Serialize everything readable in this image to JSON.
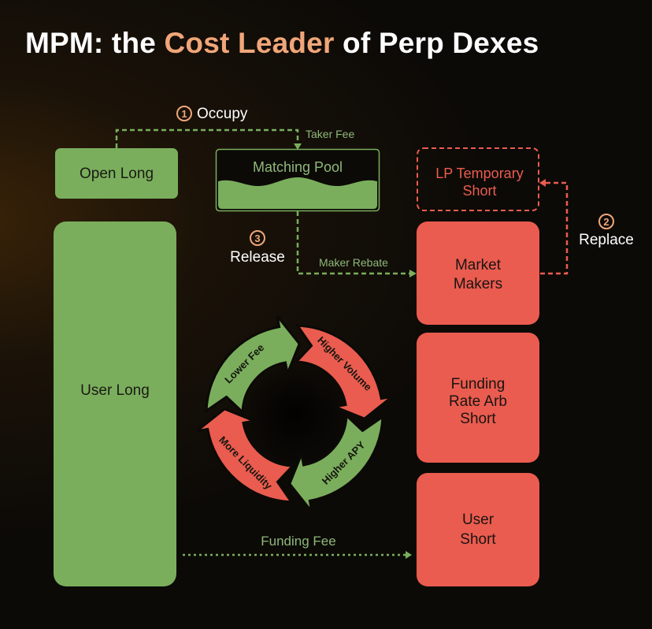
{
  "title": {
    "prefix": "MPM: the ",
    "highlight": "Cost Leader",
    "suffix": " of Perp Dexes"
  },
  "colors": {
    "green": "#7aae5c",
    "red": "#ea5c4f",
    "orange": "#f0a679",
    "background": "#0c0a07"
  },
  "steps": [
    {
      "number": "1",
      "label": "Occupy"
    },
    {
      "number": "2",
      "label": "Replace"
    },
    {
      "number": "3",
      "label": "Release"
    }
  ],
  "boxes": {
    "open_long": "Open Long",
    "matching_pool": "Matching Pool",
    "user_long": "User Long",
    "lp_temporary_short": [
      "LP Temporary",
      "Short"
    ],
    "market_makers": [
      "Market",
      "Makers"
    ],
    "funding_rate_arb_short": [
      "Funding",
      "Rate Arb",
      "Short"
    ],
    "user_short": [
      "User",
      "Short"
    ]
  },
  "flows": {
    "taker_fee": "Taker Fee",
    "maker_rebate": "Maker Rebate",
    "funding_fee": "Funding Fee"
  },
  "cycle": [
    "Lower Fee",
    "Higher Volume",
    "Higher APY",
    "More Liquidity"
  ]
}
